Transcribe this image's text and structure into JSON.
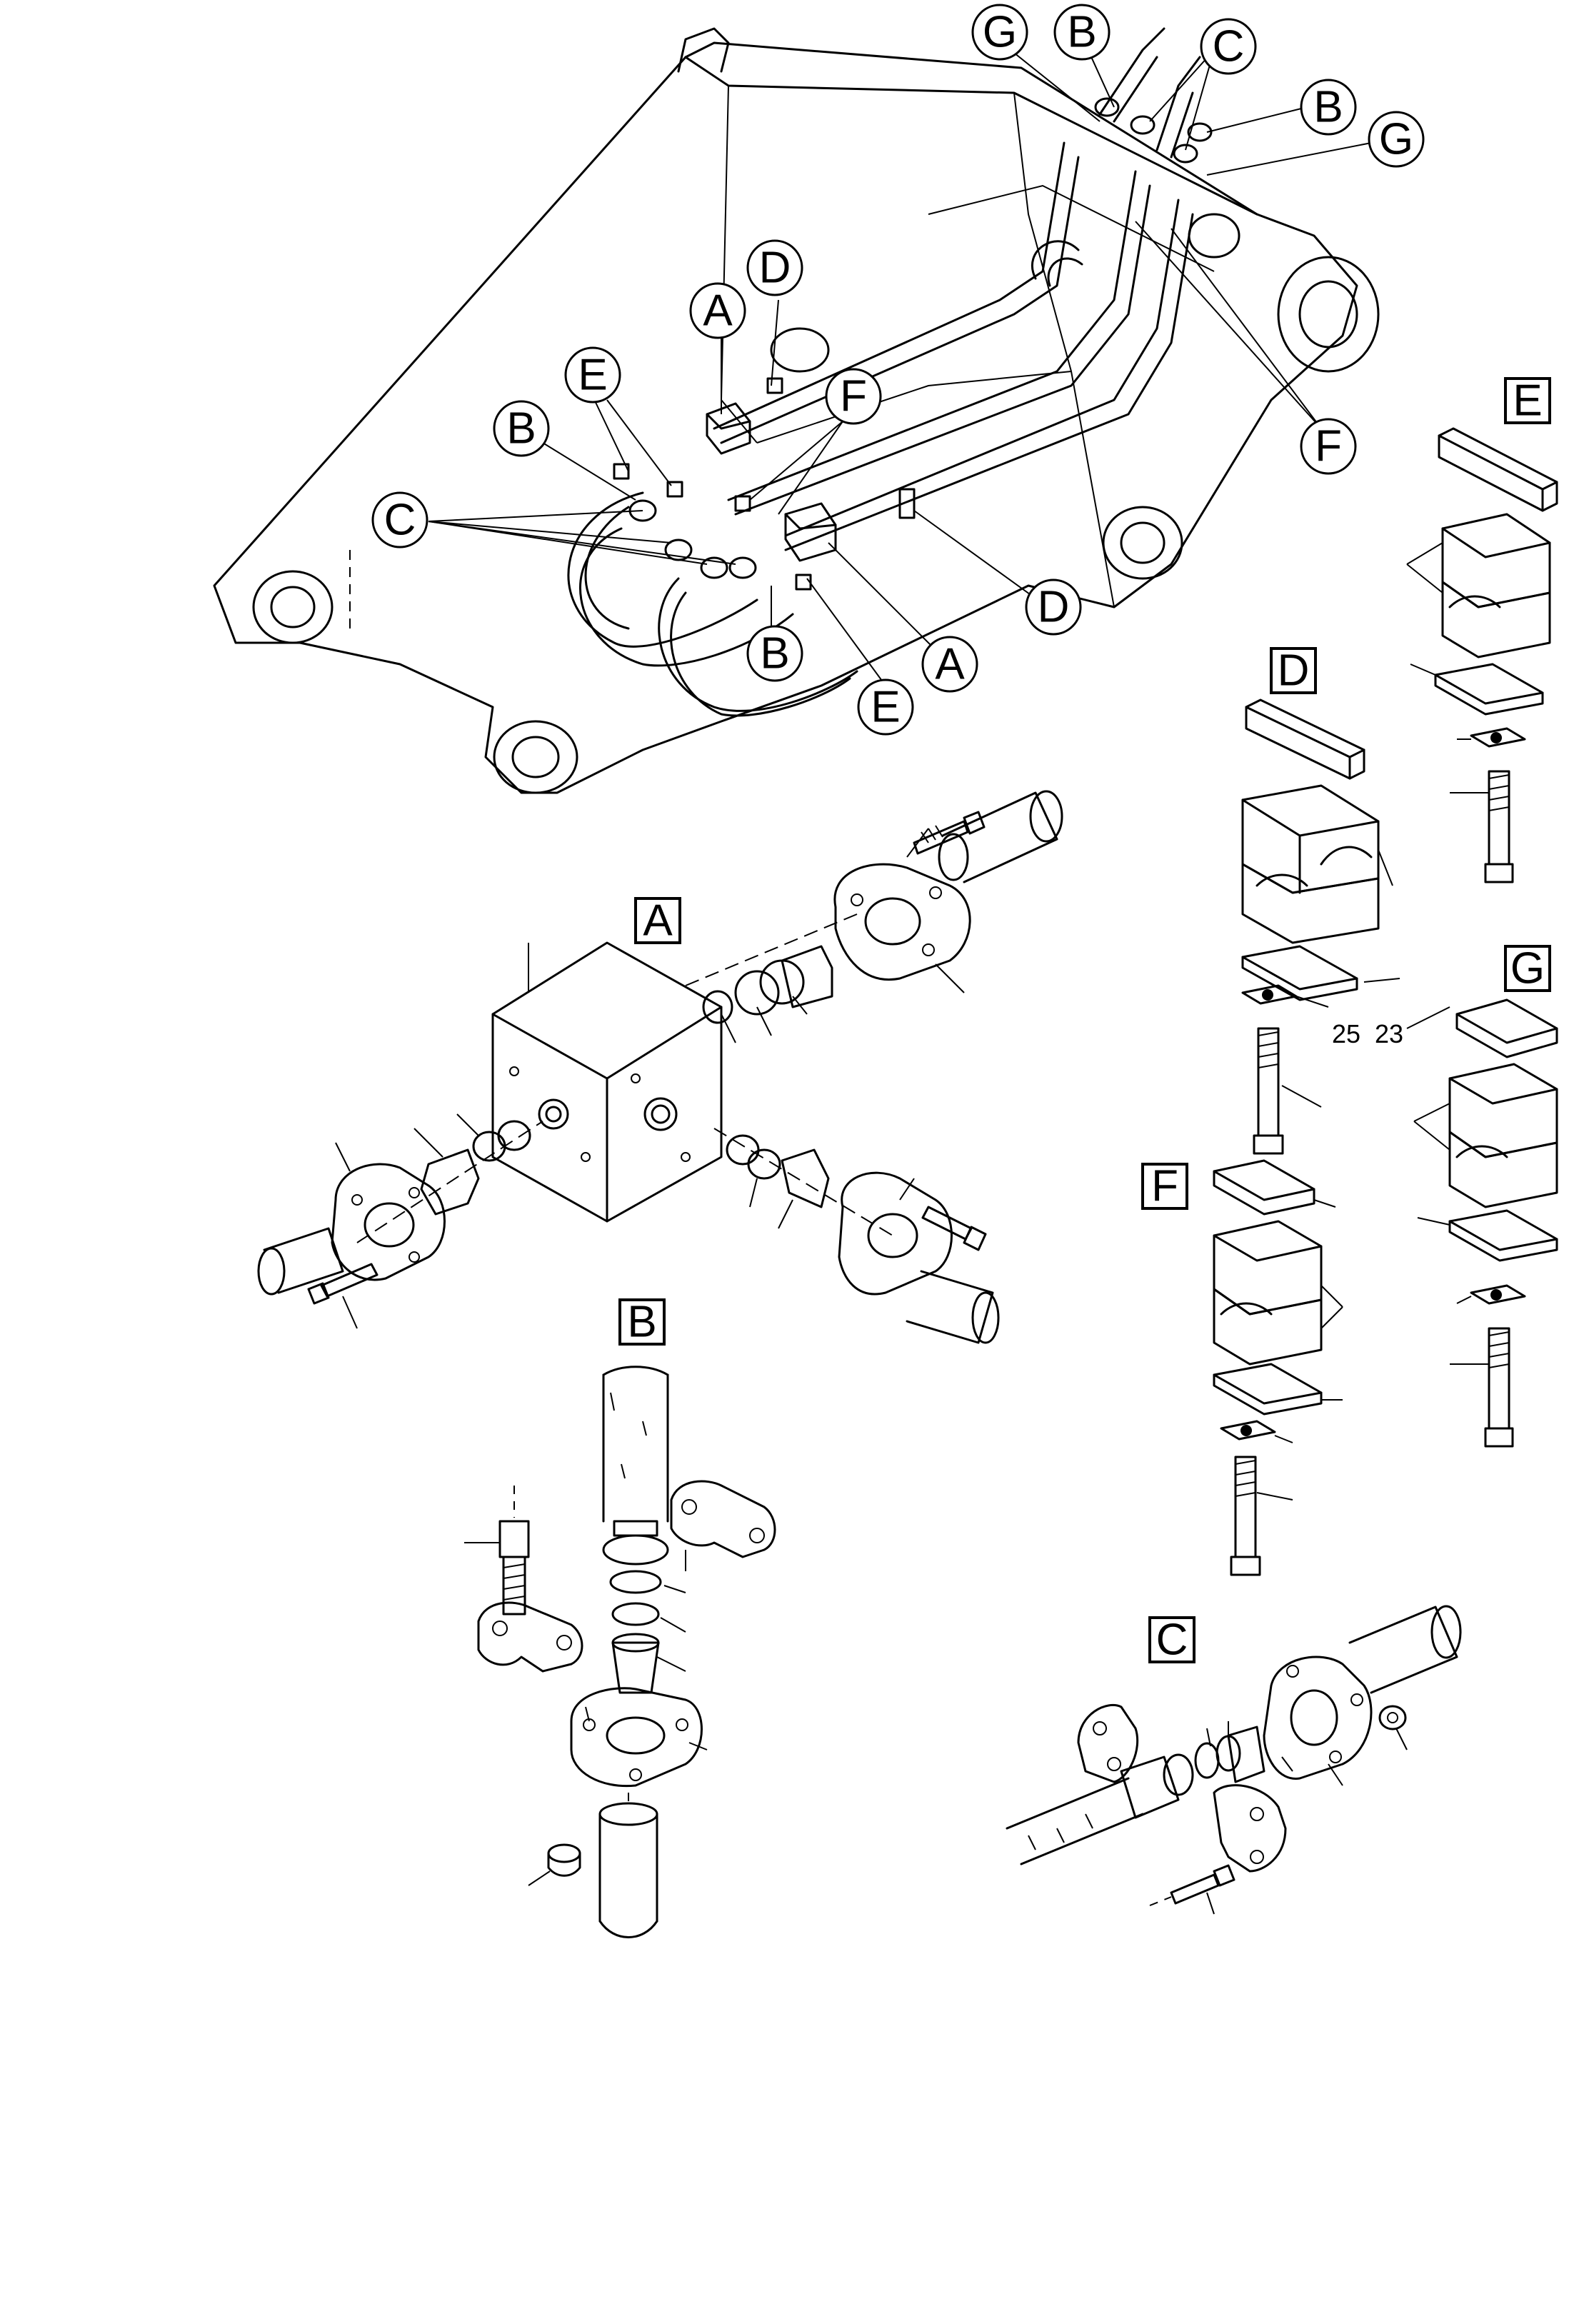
{
  "callouts": {
    "overview_a_top": "A",
    "overview_a_bottom": "A",
    "overview_b_left": "B",
    "overview_b_bottom": "B",
    "overview_b_top": "B",
    "overview_b_right": "B",
    "overview_c_left": "C",
    "overview_c_top": "C",
    "overview_d_top": "D",
    "overview_d_bottom": "D",
    "overview_e_left": "E",
    "overview_e_bottom": "E",
    "overview_f_center": "F",
    "overview_f_right": "F",
    "overview_g_top": "G",
    "overview_g_right": "G"
  },
  "detail_labels": {
    "a": "A",
    "b": "B",
    "c": "C",
    "d": "D",
    "e": "E",
    "f": "F",
    "g": "G"
  },
  "part_numbers": {
    "n25": "25",
    "n23": "23"
  }
}
